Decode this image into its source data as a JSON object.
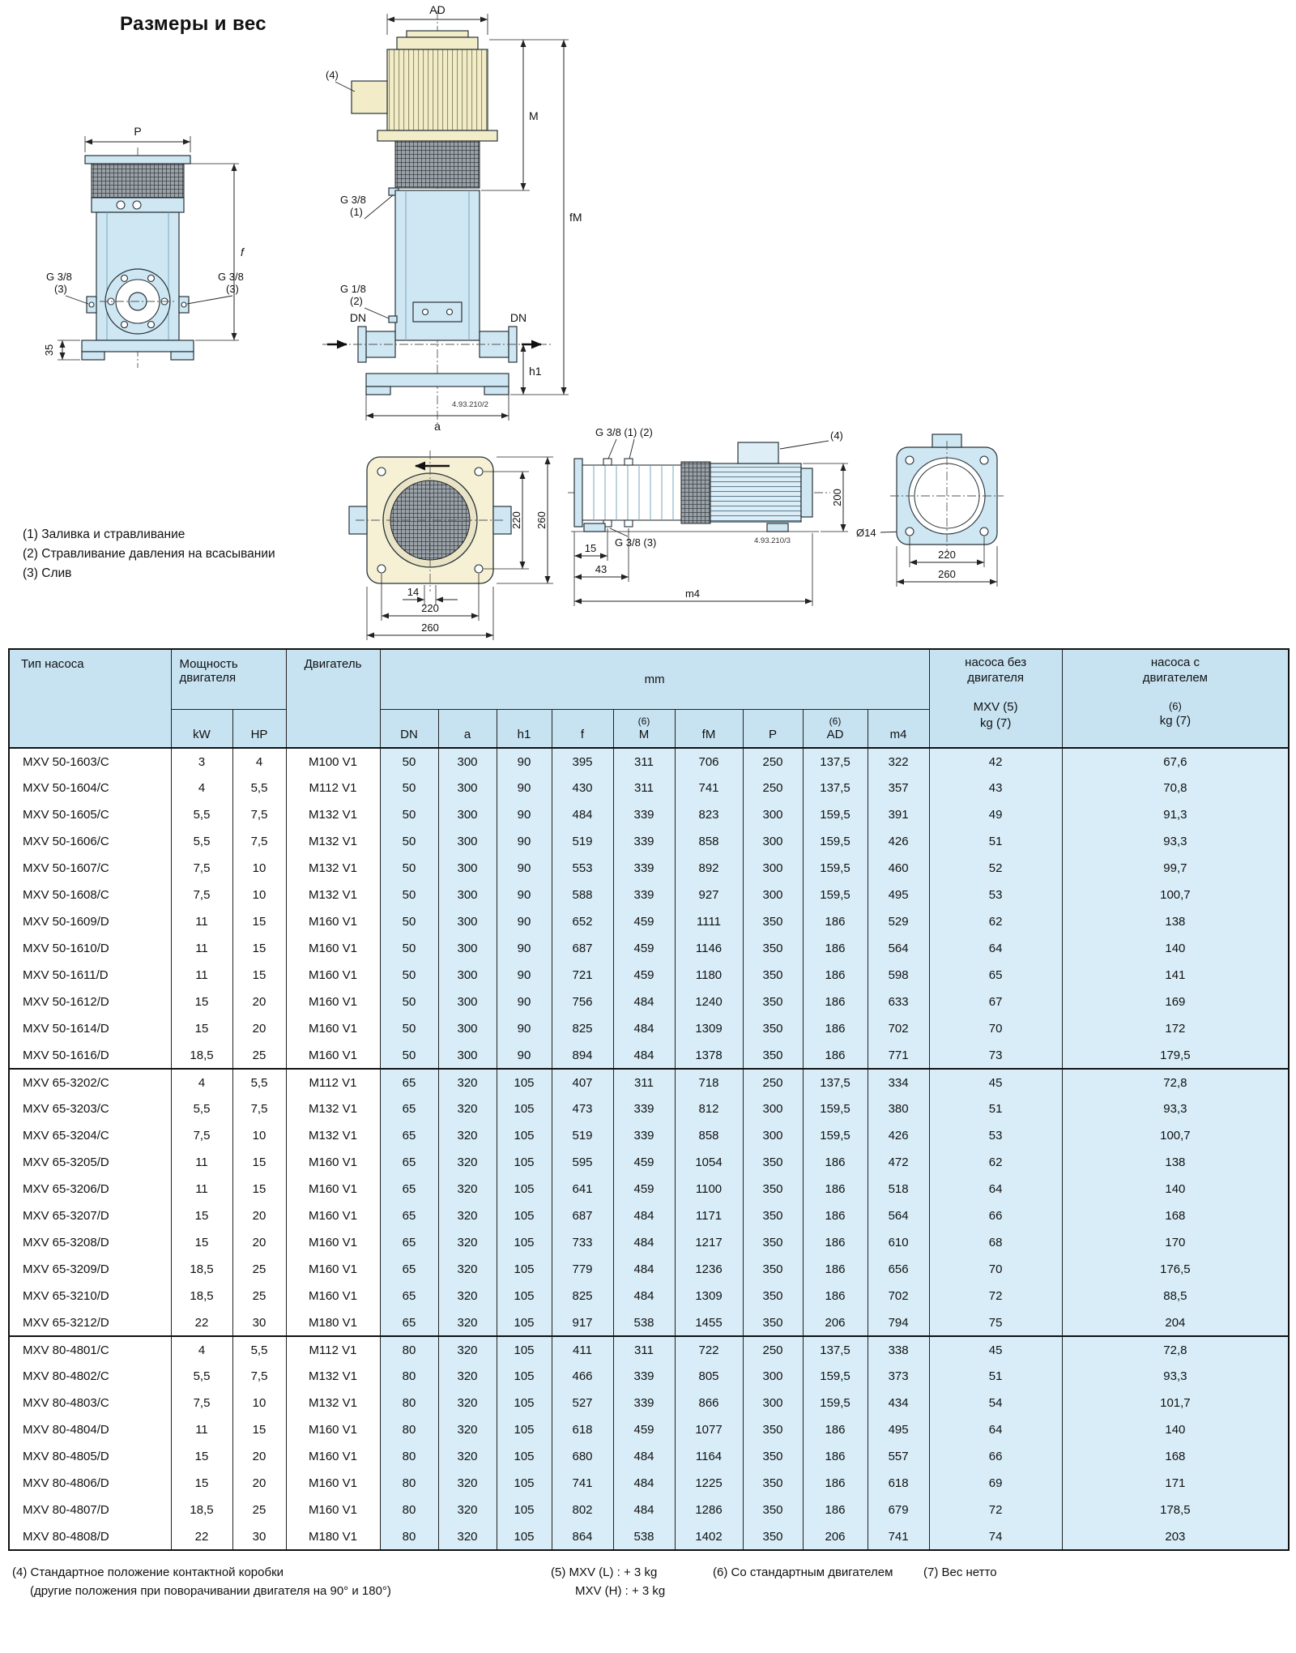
{
  "page": {
    "title": "Размеры и вес",
    "legend": [
      "(1) Заливка и стравливание",
      "(2) Стравливание давления на всасывании",
      "(3) Слив"
    ],
    "footnotes": {
      "f4_line1": "(4) Стандартное положение контактной коробки",
      "f4_line2": "(другие положения при поворачивании двигателя на 90° и 180°)",
      "f5_line1": "(5) MXV (L) : + 3 kg",
      "f5_line2": "MXV (H) : + 3 kg",
      "f6": "(6) Со стандартным двигателем",
      "f7": "(7) Вес нетто"
    }
  },
  "colors": {
    "table_header_bg": "#c7e3f2",
    "table_cell_bg": "#d8edf8",
    "drawing_pump_blue": "#cfe7f3",
    "drawing_motor_cream": "#f2edc8"
  },
  "drawings": {
    "front": {
      "p": "P",
      "f": "f",
      "h35": "35",
      "g38": "G 3/8",
      "n3": "(3)"
    },
    "side": {
      "ad": "AD",
      "m": "M",
      "fm": "fM",
      "h1": "h1",
      "a": "a",
      "dn": "DN",
      "g38": "G 3/8",
      "n1": "(1)",
      "g18": "G 1/8",
      "n2": "(2)",
      "n4": "(4)",
      "ref": "4.93.210/2"
    },
    "top": {
      "v220": "220",
      "v260": "260",
      "d14": "14",
      "h220": "220",
      "h260": "260"
    },
    "horiz": {
      "g38_12": "G 3/8 (1) (2)",
      "g38_3": "G 3/8 (3)",
      "n4": "(4)",
      "ref": "4.93.210/3",
      "d200": "200",
      "dia14": "Ø14",
      "d15": "15",
      "d43": "43",
      "m4": "m4",
      "d220": "220",
      "d260": "260"
    }
  },
  "table": {
    "head": {
      "pump_type": "Тип насоса",
      "power": "Мощность двигателя",
      "motor": "Двигатель",
      "mm": "mm",
      "kw": "kW",
      "hp": "HP",
      "cols": {
        "dn": "DN",
        "a": "a",
        "h1": "h1",
        "f": "f",
        "m": "M",
        "fm": "fM",
        "p": "P",
        "ad": "AD",
        "m4": "m4",
        "sup6": "(6)"
      },
      "weight_without": {
        "line1": "насоса без двигателя",
        "line2": "MXV (5)",
        "line3": "kg (7)"
      },
      "weight_with": {
        "line1": "насоса с двигателем",
        "line2": "(6)",
        "line3": "kg (7)"
      }
    },
    "groups": [
      {
        "rows": [
          [
            "MXV 50-1603/C",
            "3",
            "4",
            "M100 V1",
            "50",
            "300",
            "90",
            "395",
            "311",
            "706",
            "250",
            "137,5",
            "322",
            "42",
            "67,6"
          ],
          [
            "MXV 50-1604/C",
            "4",
            "5,5",
            "M112 V1",
            "50",
            "300",
            "90",
            "430",
            "311",
            "741",
            "250",
            "137,5",
            "357",
            "43",
            "70,8"
          ],
          [
            "MXV 50-1605/C",
            "5,5",
            "7,5",
            "M132 V1",
            "50",
            "300",
            "90",
            "484",
            "339",
            "823",
            "300",
            "159,5",
            "391",
            "49",
            "91,3"
          ],
          [
            "MXV 50-1606/C",
            "5,5",
            "7,5",
            "M132 V1",
            "50",
            "300",
            "90",
            "519",
            "339",
            "858",
            "300",
            "159,5",
            "426",
            "51",
            "93,3"
          ],
          [
            "MXV 50-1607/C",
            "7,5",
            "10",
            "M132 V1",
            "50",
            "300",
            "90",
            "553",
            "339",
            "892",
            "300",
            "159,5",
            "460",
            "52",
            "99,7"
          ],
          [
            "MXV 50-1608/C",
            "7,5",
            "10",
            "M132 V1",
            "50",
            "300",
            "90",
            "588",
            "339",
            "927",
            "300",
            "159,5",
            "495",
            "53",
            "100,7"
          ],
          [
            "MXV 50-1609/D",
            "11",
            "15",
            "M160 V1",
            "50",
            "300",
            "90",
            "652",
            "459",
            "1111",
            "350",
            "186",
            "529",
            "62",
            "138"
          ],
          [
            "MXV 50-1610/D",
            "11",
            "15",
            "M160 V1",
            "50",
            "300",
            "90",
            "687",
            "459",
            "1146",
            "350",
            "186",
            "564",
            "64",
            "140"
          ],
          [
            "MXV 50-1611/D",
            "11",
            "15",
            "M160 V1",
            "50",
            "300",
            "90",
            "721",
            "459",
            "1180",
            "350",
            "186",
            "598",
            "65",
            "141"
          ],
          [
            "MXV 50-1612/D",
            "15",
            "20",
            "M160 V1",
            "50",
            "300",
            "90",
            "756",
            "484",
            "1240",
            "350",
            "186",
            "633",
            "67",
            "169"
          ],
          [
            "MXV 50-1614/D",
            "15",
            "20",
            "M160 V1",
            "50",
            "300",
            "90",
            "825",
            "484",
            "1309",
            "350",
            "186",
            "702",
            "70",
            "172"
          ],
          [
            "MXV 50-1616/D",
            "18,5",
            "25",
            "M160 V1",
            "50",
            "300",
            "90",
            "894",
            "484",
            "1378",
            "350",
            "186",
            "771",
            "73",
            "179,5"
          ]
        ]
      },
      {
        "rows": [
          [
            "MXV 65-3202/C",
            "4",
            "5,5",
            "M112 V1",
            "65",
            "320",
            "105",
            "407",
            "311",
            "718",
            "250",
            "137,5",
            "334",
            "45",
            "72,8"
          ],
          [
            "MXV 65-3203/C",
            "5,5",
            "7,5",
            "M132 V1",
            "65",
            "320",
            "105",
            "473",
            "339",
            "812",
            "300",
            "159,5",
            "380",
            "51",
            "93,3"
          ],
          [
            "MXV 65-3204/C",
            "7,5",
            "10",
            "M132 V1",
            "65",
            "320",
            "105",
            "519",
            "339",
            "858",
            "300",
            "159,5",
            "426",
            "53",
            "100,7"
          ],
          [
            "MXV 65-3205/D",
            "11",
            "15",
            "M160 V1",
            "65",
            "320",
            "105",
            "595",
            "459",
            "1054",
            "350",
            "186",
            "472",
            "62",
            "138"
          ],
          [
            "MXV 65-3206/D",
            "11",
            "15",
            "M160 V1",
            "65",
            "320",
            "105",
            "641",
            "459",
            "1100",
            "350",
            "186",
            "518",
            "64",
            "140"
          ],
          [
            "MXV 65-3207/D",
            "15",
            "20",
            "M160 V1",
            "65",
            "320",
            "105",
            "687",
            "484",
            "1171",
            "350",
            "186",
            "564",
            "66",
            "168"
          ],
          [
            "MXV 65-3208/D",
            "15",
            "20",
            "M160 V1",
            "65",
            "320",
            "105",
            "733",
            "484",
            "1217",
            "350",
            "186",
            "610",
            "68",
            "170"
          ],
          [
            "MXV 65-3209/D",
            "18,5",
            "25",
            "M160 V1",
            "65",
            "320",
            "105",
            "779",
            "484",
            "1236",
            "350",
            "186",
            "656",
            "70",
            "176,5"
          ],
          [
            "MXV 65-3210/D",
            "18,5",
            "25",
            "M160 V1",
            "65",
            "320",
            "105",
            "825",
            "484",
            "1309",
            "350",
            "186",
            "702",
            "72",
            "88,5"
          ],
          [
            "MXV 65-3212/D",
            "22",
            "30",
            "M180 V1",
            "65",
            "320",
            "105",
            "917",
            "538",
            "1455",
            "350",
            "206",
            "794",
            "75",
            "204"
          ]
        ]
      },
      {
        "rows": [
          [
            "MXV 80-4801/C",
            "4",
            "5,5",
            "M112 V1",
            "80",
            "320",
            "105",
            "411",
            "311",
            "722",
            "250",
            "137,5",
            "338",
            "45",
            "72,8"
          ],
          [
            "MXV 80-4802/C",
            "5,5",
            "7,5",
            "M132 V1",
            "80",
            "320",
            "105",
            "466",
            "339",
            "805",
            "300",
            "159,5",
            "373",
            "51",
            "93,3"
          ],
          [
            "MXV 80-4803/C",
            "7,5",
            "10",
            "M132 V1",
            "80",
            "320",
            "105",
            "527",
            "339",
            "866",
            "300",
            "159,5",
            "434",
            "54",
            "101,7"
          ],
          [
            "MXV 80-4804/D",
            "11",
            "15",
            "M160 V1",
            "80",
            "320",
            "105",
            "618",
            "459",
            "1077",
            "350",
            "186",
            "495",
            "64",
            "140"
          ],
          [
            "MXV 80-4805/D",
            "15",
            "20",
            "M160 V1",
            "80",
            "320",
            "105",
            "680",
            "484",
            "1164",
            "350",
            "186",
            "557",
            "66",
            "168"
          ],
          [
            "MXV 80-4806/D",
            "15",
            "20",
            "M160 V1",
            "80",
            "320",
            "105",
            "741",
            "484",
            "1225",
            "350",
            "186",
            "618",
            "69",
            "171"
          ],
          [
            "MXV 80-4807/D",
            "18,5",
            "25",
            "M160 V1",
            "80",
            "320",
            "105",
            "802",
            "484",
            "1286",
            "350",
            "186",
            "679",
            "72",
            "178,5"
          ],
          [
            "MXV 80-4808/D",
            "22",
            "30",
            "M180 V1",
            "80",
            "320",
            "105",
            "864",
            "538",
            "1402",
            "350",
            "206",
            "741",
            "74",
            "203"
          ]
        ]
      }
    ]
  }
}
